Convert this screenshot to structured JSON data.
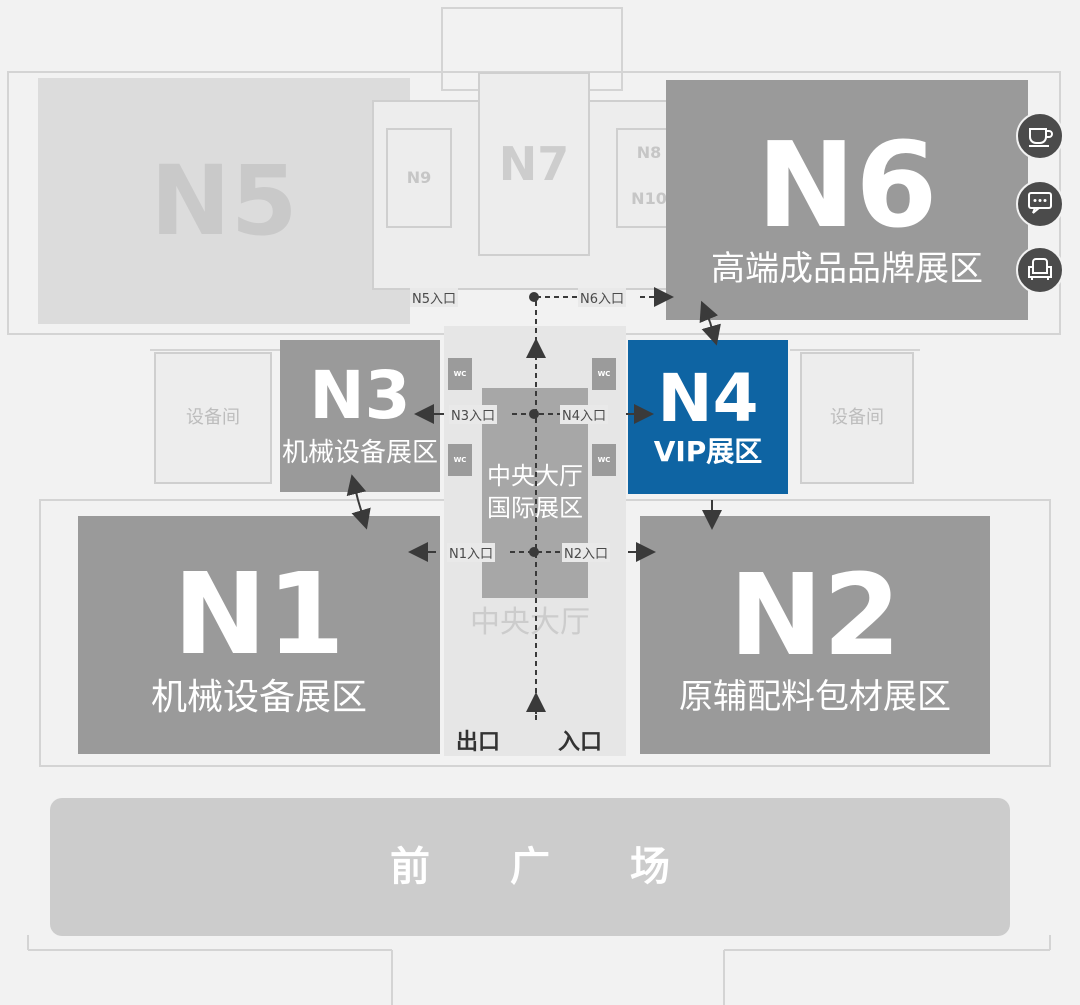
{
  "halls": {
    "n5": {
      "code": "N5"
    },
    "n7": {
      "code": "N7"
    },
    "n9": {
      "code": "N9"
    },
    "n8": {
      "code": "N8"
    },
    "n10": {
      "code": "N10"
    },
    "n6": {
      "code": "N6",
      "name": "高端成品品牌展区"
    },
    "n3": {
      "code": "N3",
      "name": "机械设备展区"
    },
    "n4": {
      "code": "N4",
      "name": "VIP展区"
    },
    "central": {
      "name_line1": "中央大厅",
      "name_line2": "国际展区"
    },
    "n1": {
      "code": "N1",
      "name": "机械设备展区"
    },
    "n2": {
      "code": "N2",
      "name": "原辅配料包材展区"
    }
  },
  "equipment_rooms": {
    "left": "设备间",
    "right": "设备间"
  },
  "central_hall_label": "中央大厅",
  "entrances": {
    "n5": "N5入口",
    "n6": "N6入口",
    "n3": "N3入口",
    "n4": "N4入口",
    "n1": "N1入口",
    "n2": "N2入口"
  },
  "wc_label": "WC",
  "exit_label": "出口",
  "entry_label": "入口",
  "plaza_label": "前　　广　　场",
  "side_icons": [
    "coffee-icon",
    "chat-icon",
    "sofa-icon"
  ],
  "colors": {
    "vip_hall": "#0e64a3",
    "main_hall": "#9a9a9a",
    "pale_hall": "#dcdcdc",
    "icon_button": "#4b4b4b",
    "plaza": "#cccccc"
  }
}
